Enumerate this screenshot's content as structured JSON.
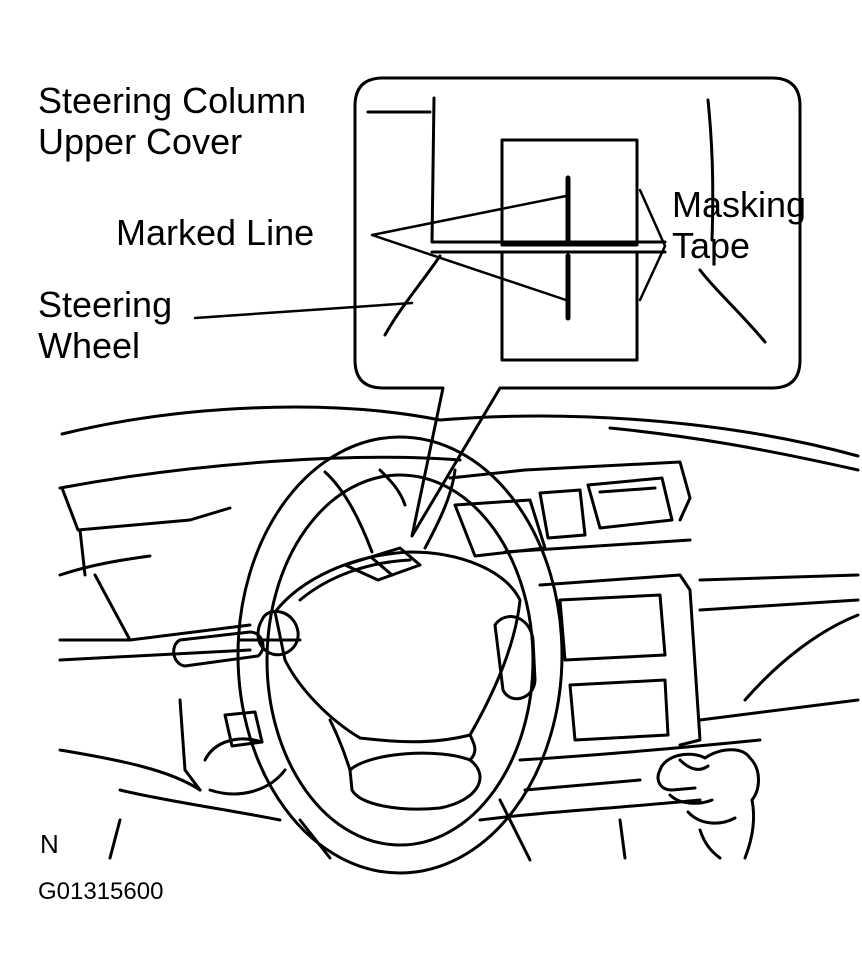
{
  "labels": {
    "steering_column_line1": "Steering Column",
    "steering_column_line2": "Upper Cover",
    "marked_line": "Marked Line",
    "masking_tape_line1": "Masking",
    "masking_tape_line2": "Tape",
    "steering_wheel_line1": "Steering",
    "steering_wheel_line2": "Wheel",
    "view_code": "N",
    "figure_id": "G01315600"
  },
  "colors": {
    "ink": "#000000",
    "paper": "#ffffff"
  }
}
